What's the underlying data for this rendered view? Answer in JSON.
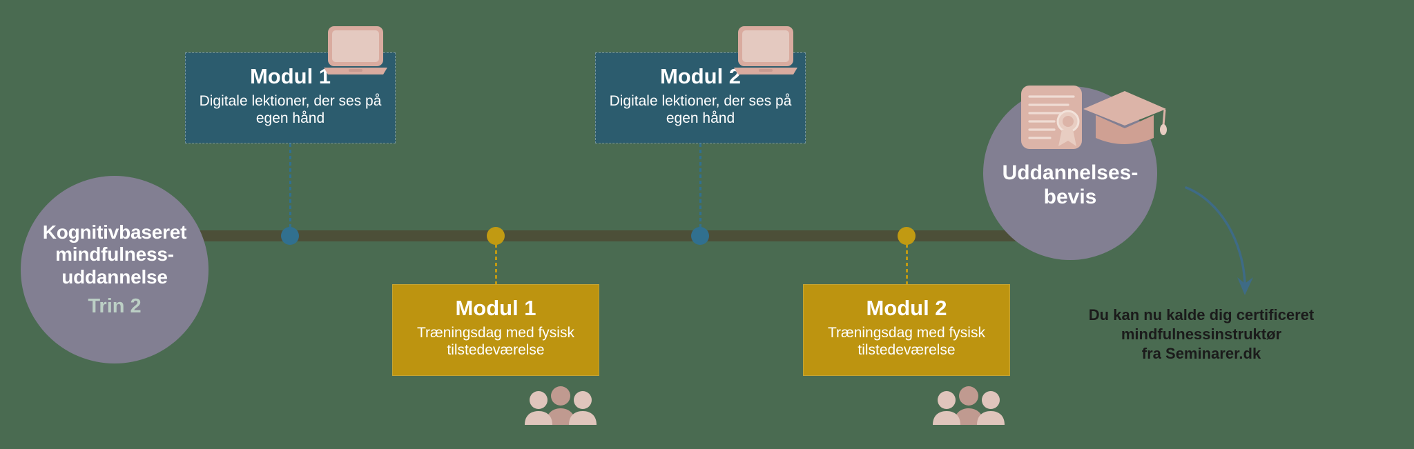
{
  "diagram": {
    "background_color": "#4a6b51",
    "timeline_color": "#4c4f38",
    "accent_blue": "#2c5c6e",
    "accent_gold": "#bd9410",
    "circle_purple": "#827f92",
    "icon_pink": "#dcb8ae"
  },
  "start_circle": {
    "title": "Kognitivbaseret mindfulness-uddannelse",
    "step_label": "Trin 2"
  },
  "end_circle": {
    "title": "Uddannelses-bevis"
  },
  "blue_modules": [
    {
      "heading": "Modul 1",
      "description": "Digitale lektioner, der ses på egen hånd",
      "icon": "laptop-icon"
    },
    {
      "heading": "Modul 2",
      "description": "Digitale lektioner, der ses på egen hånd",
      "icon": "laptop-icon"
    }
  ],
  "gold_modules": [
    {
      "heading": "Modul 1",
      "description": "Træningsdag med fysisk tilstedeværelse",
      "icon": "people-group-icon"
    },
    {
      "heading": "Modul 2",
      "description": "Træningsdag med fysisk tilstedeværelse",
      "icon": "people-group-icon"
    }
  ],
  "closing_caption": {
    "line1": "Du kan nu kalde dig certificeret",
    "line2": "mindfulnessinstruktør",
    "line3": "fra Seminarer.dk"
  },
  "icons": {
    "certificate": "certificate-icon",
    "graduation_cap": "graduation-cap-icon",
    "arrow": "curved-arrow-icon"
  }
}
